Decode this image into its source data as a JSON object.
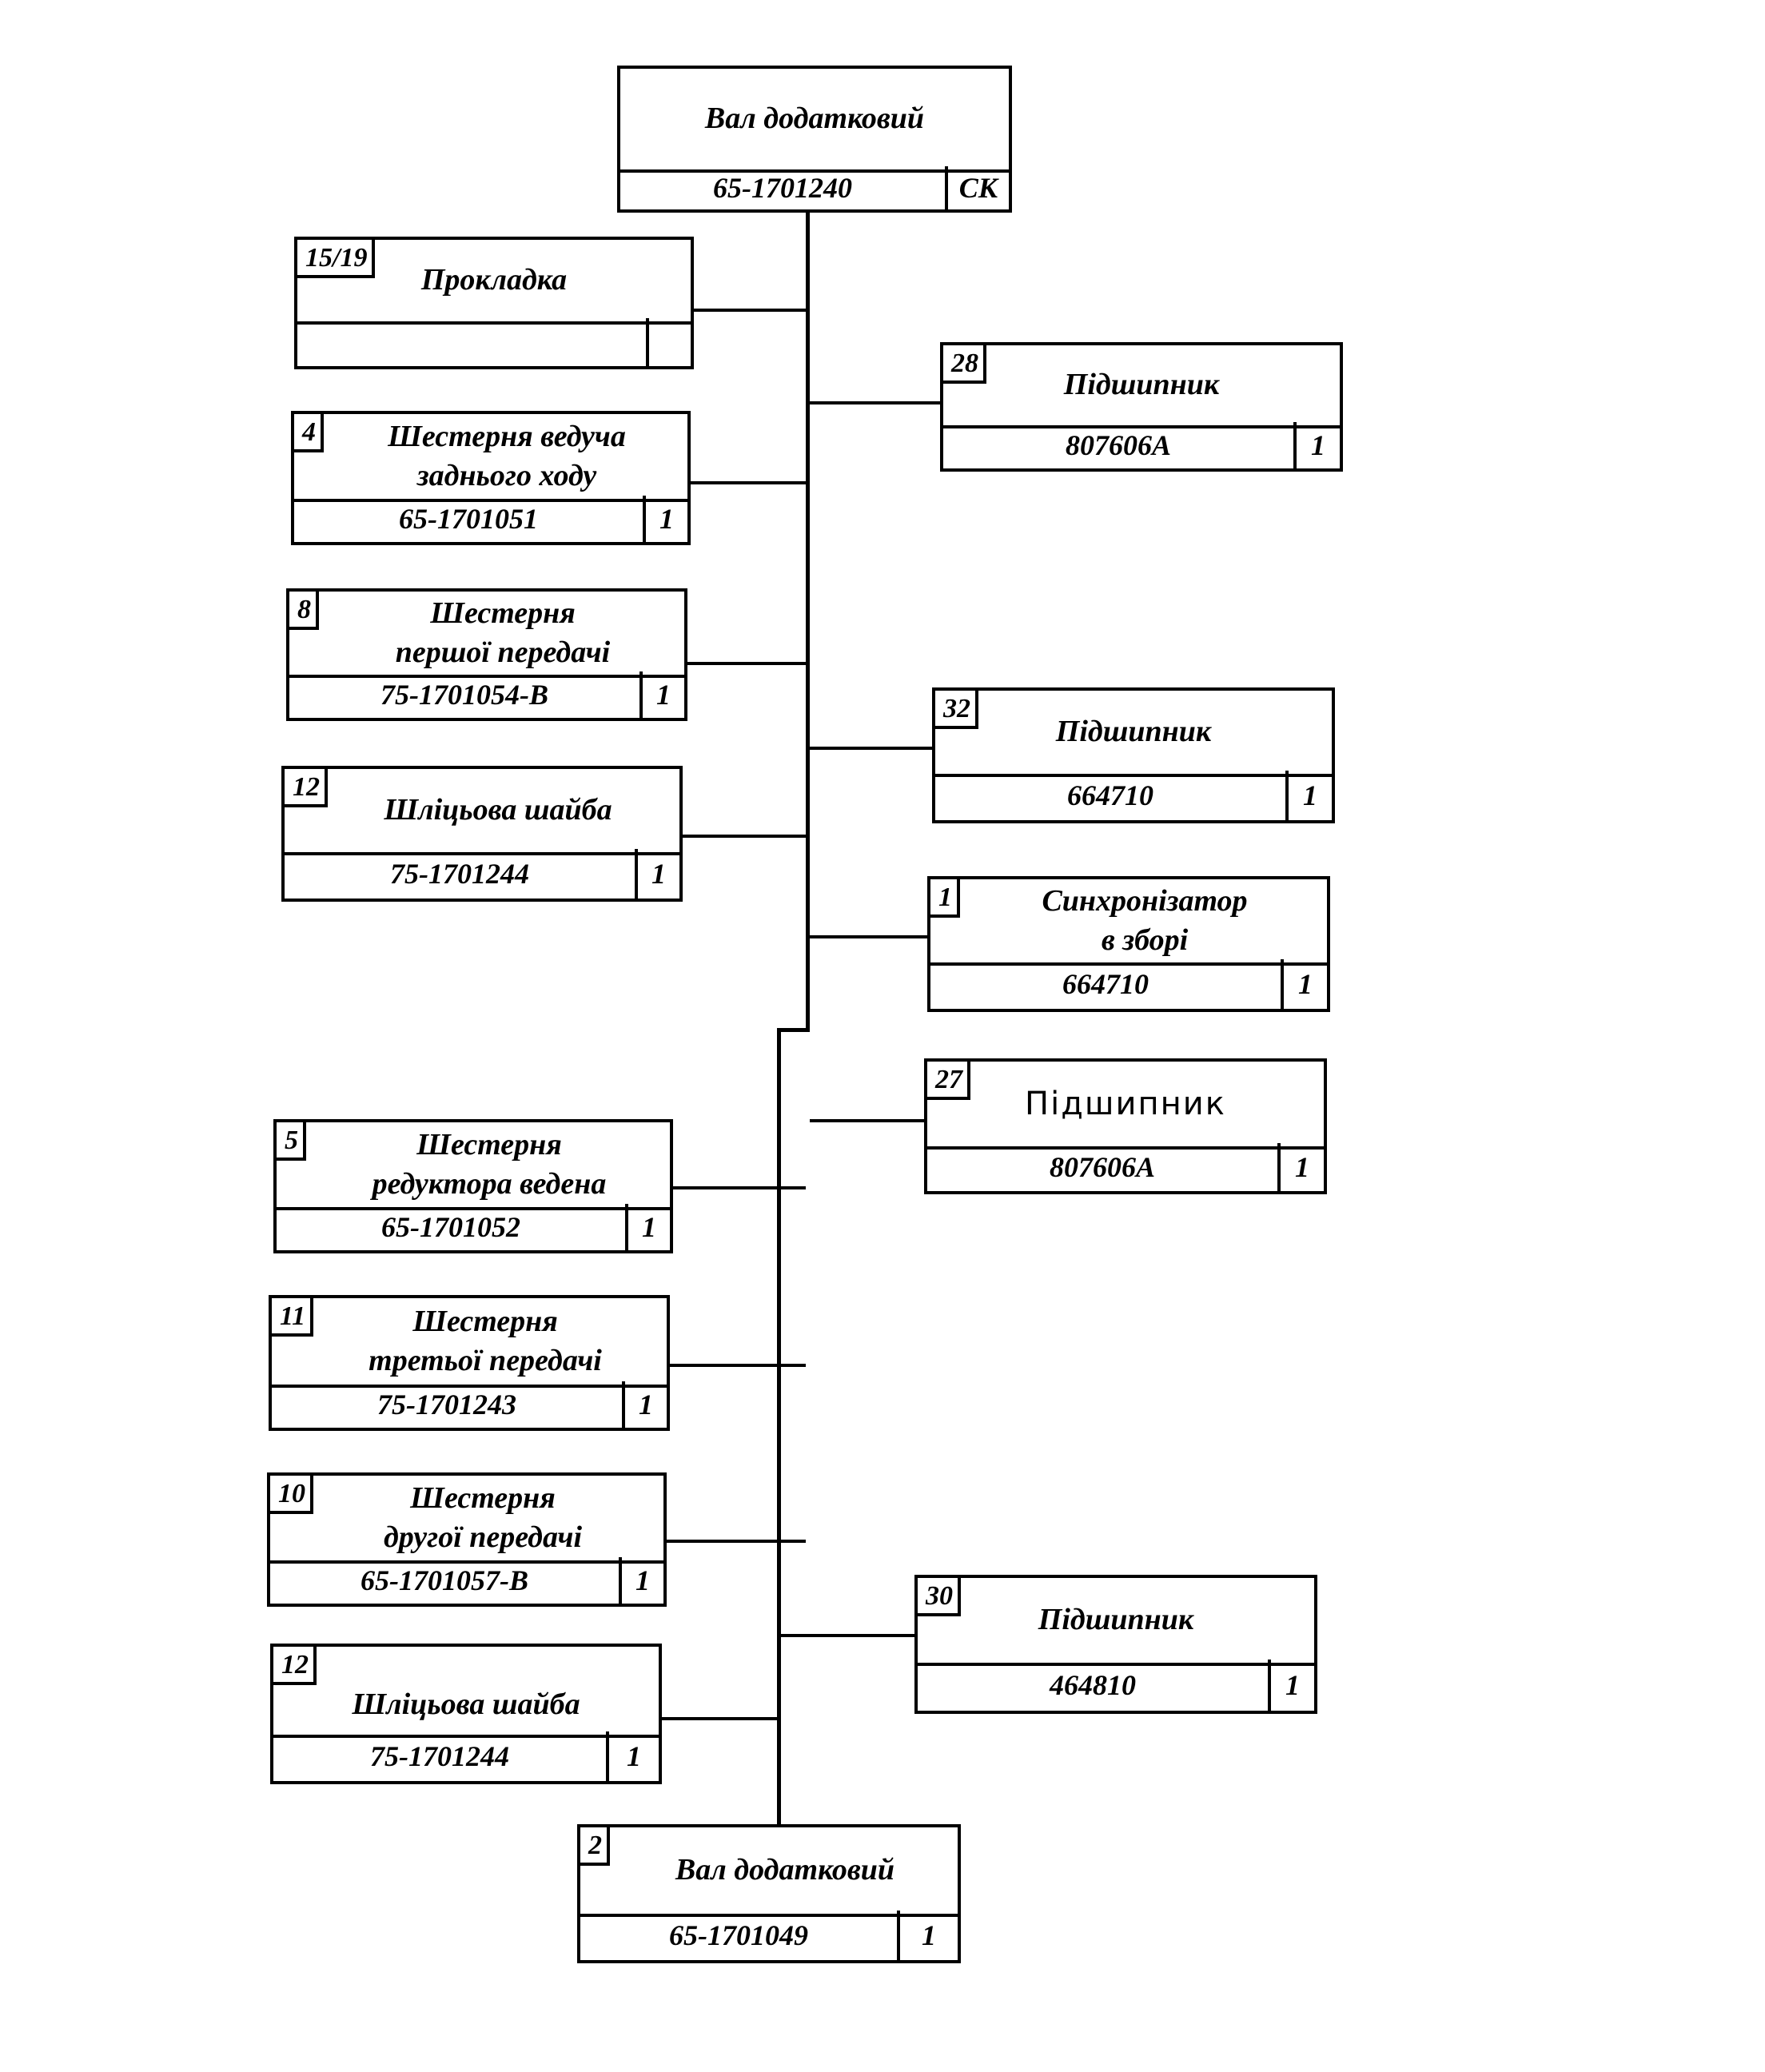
{
  "diagram": {
    "root": {
      "title": "Вал додатковий",
      "code": "65-1701240",
      "qty": "СК"
    },
    "left_parts": [
      {
        "num": "15/19",
        "title": "Прокладка",
        "code": "",
        "qty": ""
      },
      {
        "num": "4",
        "title": "Шестерня  ведуча\nзаднього ходу",
        "code": "65-1701051",
        "qty": "1"
      },
      {
        "num": "8",
        "title": "Шестерня\nпершої передачі",
        "code": "75-1701054-В",
        "qty": "1"
      },
      {
        "num": "12",
        "title": "Шліцьова шайба",
        "code": "75-1701244",
        "qty": "1"
      },
      {
        "num": "5",
        "title": "Шестерня\nредуктора   ведена",
        "code": "65-1701052",
        "qty": "1"
      },
      {
        "num": "11",
        "title": "Шестерня\nтретьої передачі",
        "code": "75-1701243",
        "qty": "1"
      },
      {
        "num": "10",
        "title": "Шестерня\nдругої передачі",
        "code": "65-1701057-В",
        "qty": "1"
      },
      {
        "num": "12",
        "title": "Шліцьова   шайба",
        "code": "75-1701244",
        "qty": "1"
      }
    ],
    "right_parts": [
      {
        "num": "28",
        "title": "Підшипник",
        "code": "807606А",
        "qty": "1"
      },
      {
        "num": "32",
        "title": "Підшипник",
        "code": "664710",
        "qty": "1"
      },
      {
        "num": "1",
        "title": "Синхронізатор\nв зборі",
        "code": "664710",
        "qty": "1"
      },
      {
        "num": "27",
        "title": "Підшипник",
        "code": "807606А",
        "qty": "1"
      },
      {
        "num": "30",
        "title": "Підшипник",
        "code": "464810",
        "qty": "1"
      }
    ],
    "bottom": {
      "num": "2",
      "title": "Вал додатковий",
      "code": "65-1701049",
      "qty": "1"
    }
  }
}
